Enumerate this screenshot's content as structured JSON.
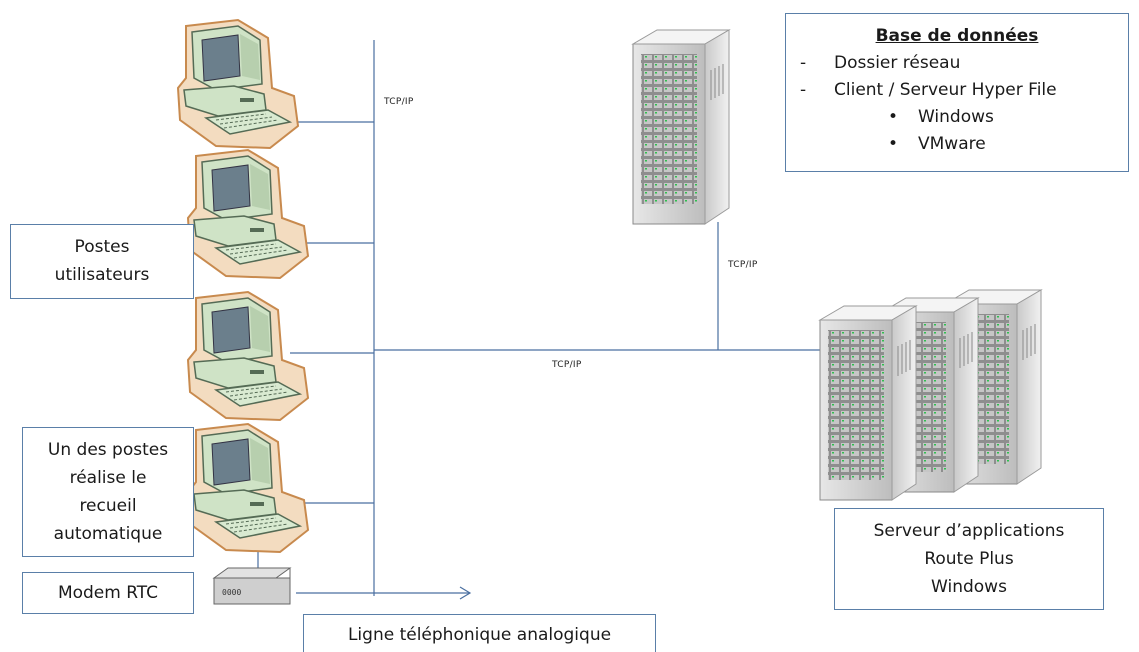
{
  "connections": {
    "tcp_label_left": "TCP/IP",
    "tcp_label_middle": "TCP/IP",
    "tcp_label_right": "TCP/IP"
  },
  "labels": {
    "postes": [
      "Postes",
      "utilisateurs"
    ],
    "recueil": [
      "Un des postes",
      "réalise le",
      "recueil",
      "automatique"
    ],
    "modem": "Modem RTC",
    "ligne": "Ligne téléphonique  analogique",
    "serveur_apps": [
      "Serveur  d’applications",
      "Route Plus",
      "Windows"
    ]
  },
  "database": {
    "title": "Base de données",
    "items": [
      {
        "marker": "-",
        "text": "Dossier réseau"
      },
      {
        "marker": "-",
        "text": "Client / Serveur  Hyper File"
      }
    ],
    "subitems": [
      {
        "marker": "•",
        "text": "Windows"
      },
      {
        "marker": "•",
        "text": "VMware"
      }
    ]
  },
  "devices": {
    "modem_display": "0000"
  },
  "colors": {
    "line": "#4a6fa0",
    "box_border": "#5a7fa8",
    "computer_body": "#cfe3c6",
    "computer_outline": "#c88a4e",
    "screen": "#6b7f8c",
    "server_body": "#d9d9d9"
  },
  "icons": [
    "computer-icon",
    "tower-server-icon",
    "server-rack-icon",
    "modem-icon"
  ]
}
